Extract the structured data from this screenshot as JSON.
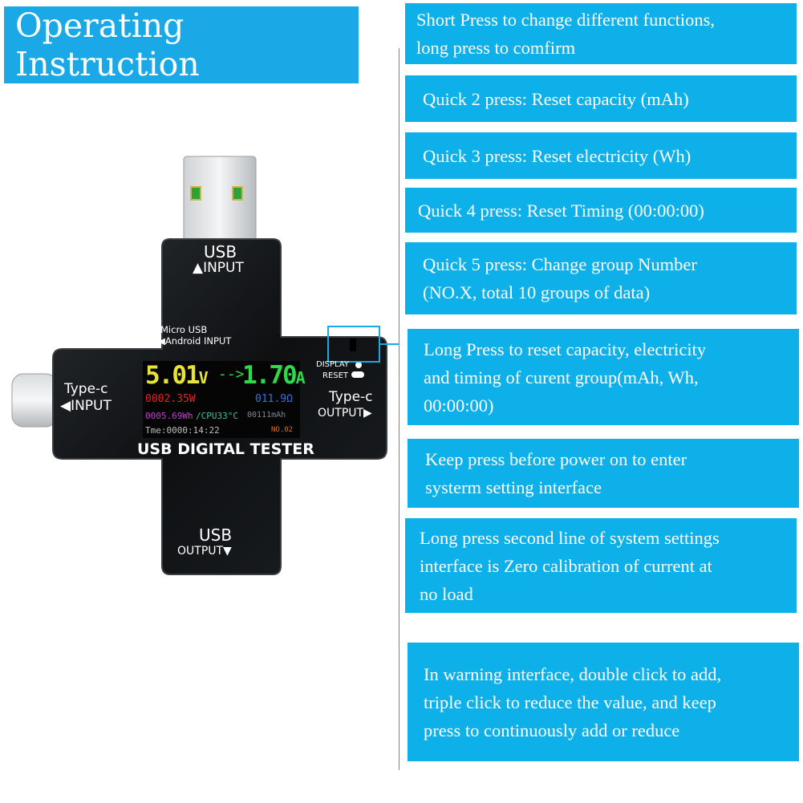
{
  "title": "Operating Instruction",
  "instructions": [
    [
      "Short Press to change different functions,",
      "long press to comfirm"
    ],
    [
      "Quick 2 press: Reset capacity (mAh)"
    ],
    [
      "Quick 3 press: Reset electricity (Wh)"
    ],
    [
      "Quick 4 press: Reset Timing (00:00:00)"
    ],
    [
      "Quick 5 press: Change group Number",
      "(NO.X, total 10 groups of data)"
    ],
    [
      "Long Press to reset capacity, electricity",
      "and timing of curent group(mAh, Wh,",
      "00:00:00)"
    ],
    [
      "Keep press before power on to enter",
      "systerm setting interface"
    ],
    [
      "Long press second line of system settings",
      "interface is Zero calibration of current at",
      "no load"
    ],
    [
      "In warning interface, double click to add,",
      "triple click to reduce the value, and keep",
      "press to continuously add or reduce"
    ]
  ],
  "device": {
    "usb_input": [
      "USB",
      "▲INPUT"
    ],
    "micro_usb": [
      "Micro USB",
      "◀Android INPUT"
    ],
    "typec_input": [
      "Type-c",
      "◀INPUT"
    ],
    "display_reset": [
      "DISPLAY",
      "RESET"
    ],
    "typec_output": [
      "Type-c",
      "OUTPUT▶"
    ],
    "brand": "USB DIGITAL TESTER",
    "usb_output": [
      "USB",
      "OUTPUT▼"
    ]
  },
  "screen": {
    "voltage": "5.01",
    "voltage_unit": "V",
    "current": "1.70",
    "current_unit": "A",
    "power": "0002.35W",
    "resistance": "011.9Ω",
    "energy": "0005.69Wh",
    "cpu": "/CPU33°C",
    "capacity": "00111mAh",
    "time": "Tme:0000:14:22",
    "group": "NO.02"
  },
  "colors": {
    "accent": "#0eb0ea",
    "device_body": "#101214",
    "voltage": "#e6e23a",
    "current": "#2fd84a",
    "power": "#e02424",
    "resistance": "#3a6ee8"
  }
}
